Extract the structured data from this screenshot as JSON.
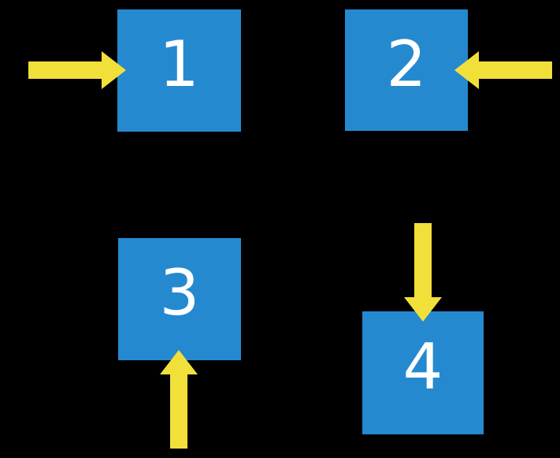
{
  "diagram": {
    "description": "Four numbered blue squares on a black background, each with a yellow block arrow pointing at it",
    "background_color": "#000000"
  },
  "colors": {
    "square_blue": "#2589D0",
    "arrow_yellow": "#F2E03A",
    "label_white": "#FFFFFF"
  },
  "squares": [
    {
      "label": "1",
      "position": "top-left",
      "arrow_points_from": "left"
    },
    {
      "label": "2",
      "position": "top-right",
      "arrow_points_from": "right"
    },
    {
      "label": "3",
      "position": "bottom-left",
      "arrow_points_from": "below"
    },
    {
      "label": "4",
      "position": "bottom-right",
      "arrow_points_from": "above"
    }
  ],
  "arrows": [
    {
      "direction": "right",
      "points_to": "1"
    },
    {
      "direction": "left",
      "points_to": "2"
    },
    {
      "direction": "up",
      "points_to": "3"
    },
    {
      "direction": "down",
      "points_to": "4"
    }
  ]
}
